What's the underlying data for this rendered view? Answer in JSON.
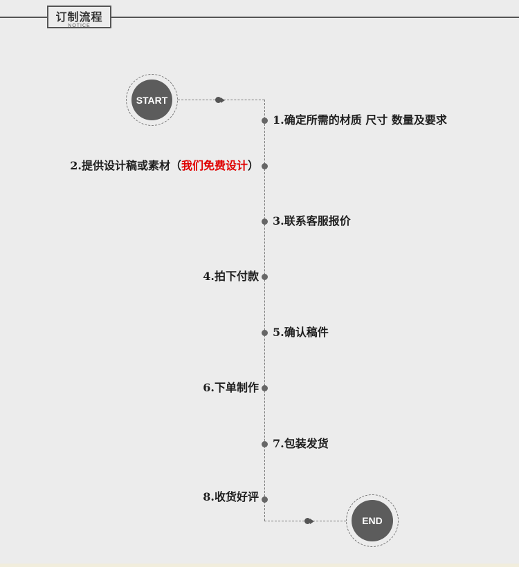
{
  "header": {
    "title": "订制流程",
    "subtitle": "NOTICE"
  },
  "flow": {
    "start_label": "START",
    "end_label": "END",
    "steps": [
      {
        "text": "1.确定所需的材质 尺寸 数量及要求"
      },
      {
        "text_before": "2.提供设计稿或素材（",
        "text_highlight": "我们免费设计",
        "text_after": "）",
        "highlight_color": "#e00000"
      },
      {
        "text": "3.联系客服报价"
      },
      {
        "text": "4.拍下付款"
      },
      {
        "text": "5.确认稿件"
      },
      {
        "text": "6.下单制作"
      },
      {
        "text": "7.包装发货"
      },
      {
        "text": "8.收货好评"
      }
    ]
  },
  "colors": {
    "background": "#ececec",
    "circle": "#5c5c5c",
    "line": "#777777",
    "highlight": "#e00000"
  }
}
